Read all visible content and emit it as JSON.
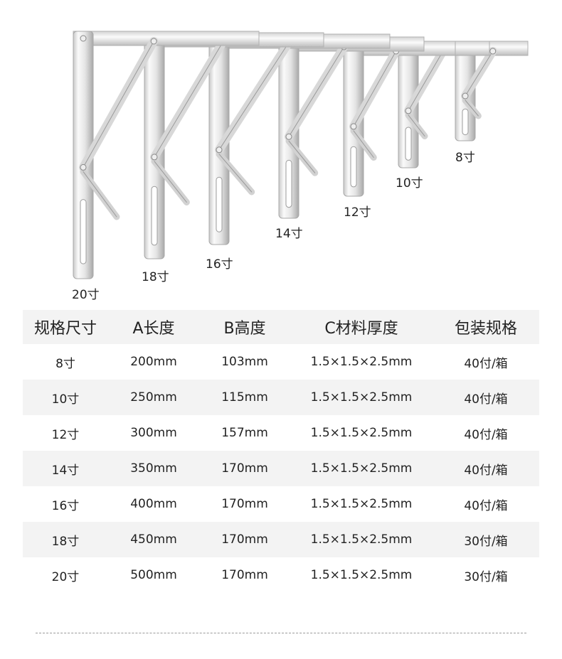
{
  "bracket_sizes": [
    "8寸",
    "10寸",
    "12寸",
    "14寸",
    "16寸",
    "18寸",
    "20寸"
  ],
  "table": {
    "headers": [
      "规格尺寸",
      "A长度",
      "B高度",
      "C材料厚度",
      "包装规格"
    ],
    "rows": [
      [
        "8寸",
        "200mm",
        "103mm",
        "1.5×1.5×2.5mm",
        "40付/箱"
      ],
      [
        "10寸",
        "250mm",
        "115mm",
        "1.5×1.5×2.5mm",
        "40付/箱"
      ],
      [
        "12寸",
        "300mm",
        "157mm",
        "1.5×1.5×2.5mm",
        "40付/箱"
      ],
      [
        "14寸",
        "350mm",
        "170mm",
        "1.5×1.5×2.5mm",
        "40付/箱"
      ],
      [
        "16寸",
        "400mm",
        "170mm",
        "1.5×1.5×2.5mm",
        "40付/箱"
      ],
      [
        "18寸",
        "450mm",
        "170mm",
        "1.5×1.5×2.5mm",
        "30付/箱"
      ],
      [
        "20寸",
        "500mm",
        "170mm",
        "1.5×1.5×2.5mm",
        "30付/箱"
      ]
    ]
  },
  "colors": {
    "table_stripe": "#f3f3f3",
    "steel_light": "#f4f4f4",
    "steel_edge": "#b8b8b8"
  }
}
